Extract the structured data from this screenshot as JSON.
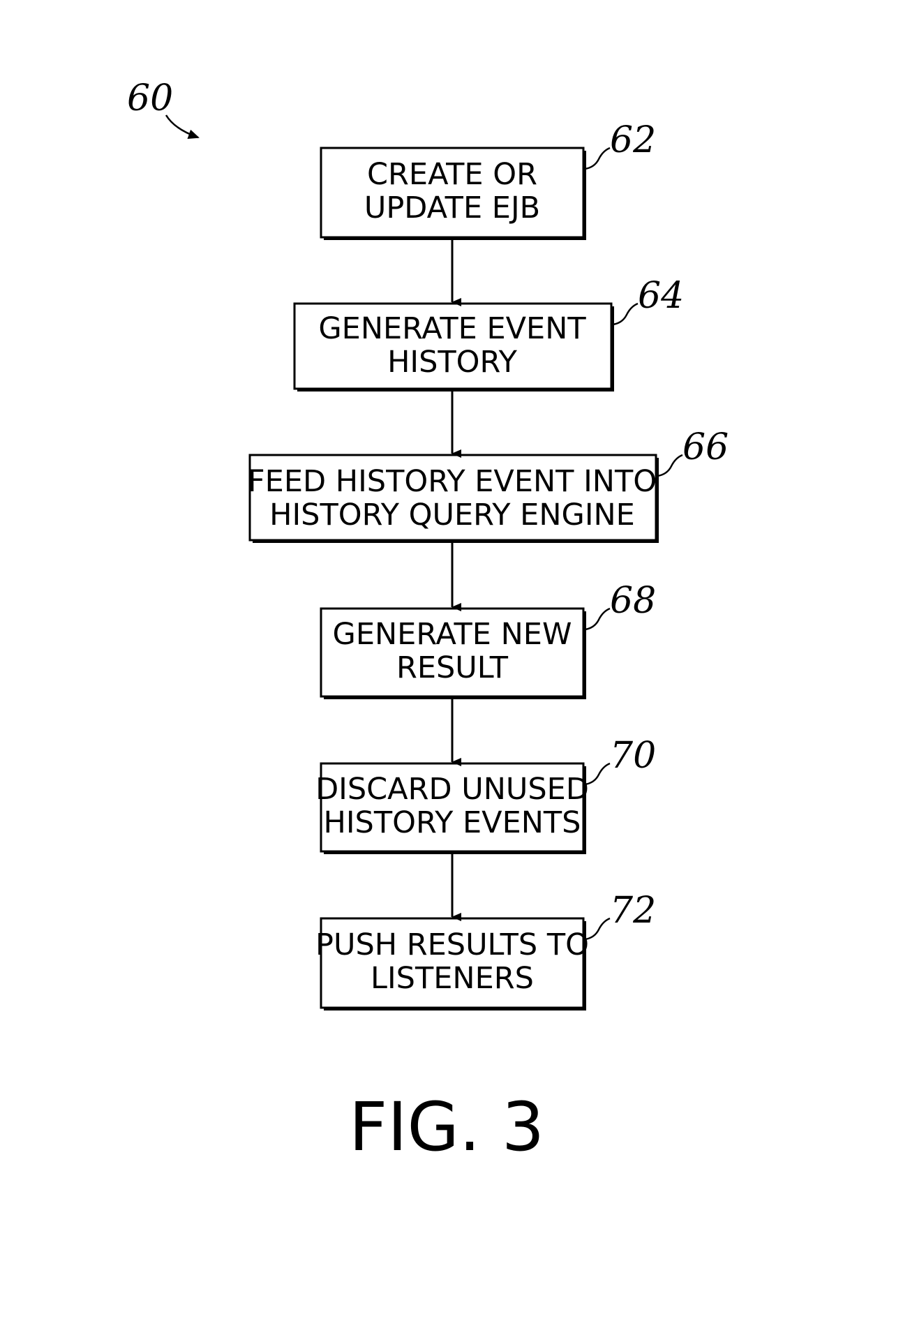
{
  "diagram": {
    "reference": "60",
    "steps": [
      {
        "ref": "62",
        "lines": [
          "CREATE OR",
          "UPDATE EJB"
        ]
      },
      {
        "ref": "64",
        "lines": [
          "GENERATE EVENT",
          "HISTORY"
        ]
      },
      {
        "ref": "66",
        "lines": [
          "FEED HISTORY EVENT INTO",
          "HISTORY QUERY ENGINE"
        ]
      },
      {
        "ref": "68",
        "lines": [
          "GENERATE NEW",
          "RESULT"
        ]
      },
      {
        "ref": "70",
        "lines": [
          "DISCARD UNUSED",
          "HISTORY EVENTS"
        ]
      },
      {
        "ref": "72",
        "lines": [
          "PUSH RESULTS TO",
          "LISTENERS"
        ]
      }
    ],
    "caption": "FIG. 3"
  }
}
